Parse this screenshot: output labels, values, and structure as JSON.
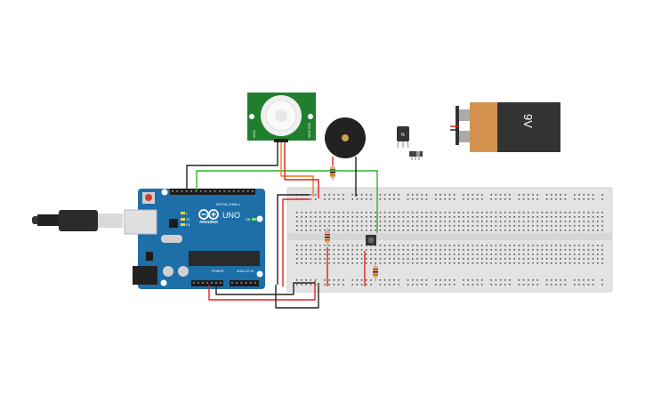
{
  "circuit": {
    "arduino": {
      "logo_text": "ARDUINO",
      "model_text": "UNO",
      "digital_header_text": "DIGITAL (PWM~)",
      "power_header_text": "POWER",
      "analog_header_text": "ANALOG IN",
      "tx_text": "TX",
      "rx_text": "RX",
      "l_text": "L",
      "on_text": "ON"
    },
    "pir_sensor": {
      "left_label": "SENS",
      "right_label": "SENS TIME"
    },
    "battery": {
      "label": "9V",
      "body_color": "#333333",
      "cap_color": "#d3924f"
    },
    "transistor": {
      "label": "N"
    },
    "colors": {
      "board_blue": "#1e6ea7",
      "pcb_green": "#1f7f2d",
      "breadboard": "#e6e6e6",
      "wire_red": "#e3201b",
      "wire_green": "#2fb22a",
      "wire_orange": "#e87e1b",
      "wire_black": "#222222"
    }
  }
}
